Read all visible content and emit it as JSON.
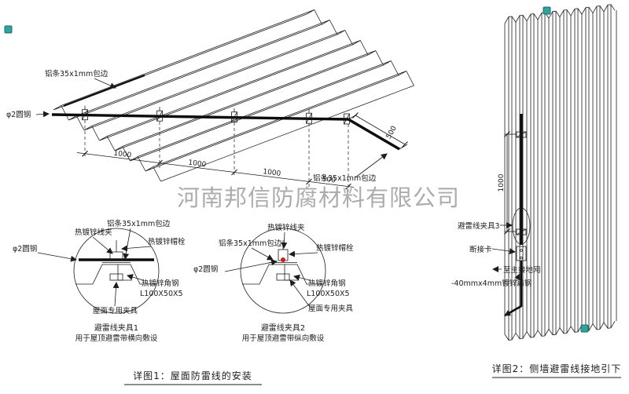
{
  "watermark": "河南邦信防腐材料有限公司",
  "detail1": {
    "caption": "详图1：屋面防雷线的安装",
    "roof": {
      "label_edge_top": "铝条35x1mm包边",
      "label_edge_bottom": "铝条35x1mm包边",
      "label_wire": "φ2圆钢",
      "dim1": "1000",
      "dim2": "1000",
      "dim3": "1000",
      "dim4": "500",
      "dim_slope": "500"
    },
    "clamp1": {
      "title": "避雷线夹具1",
      "subtitle": "用于屋顶避雷带横向敷设",
      "label_wire_clip": "热镀锌线夹",
      "label_edge_strip": "铝条35x1mm包边",
      "label_cap_bolt": "热镀锌帽栓",
      "label_round_steel": "φ2圆钢",
      "label_angle_steel": "热镀锌角钢",
      "label_angle_spec": "L100X50X5",
      "label_roof_clamp": "屋面专用夹具"
    },
    "clamp2": {
      "title": "避雷线夹具2",
      "subtitle": "用于屋顶避雷带纵向敷设",
      "label_wire_clip": "热镀锌线夹",
      "label_edge_strip": "铝条35x1mm包边",
      "label_cap_bolt": "热镀锌帽栓",
      "label_round_steel": "φ2圆钢",
      "label_angle_steel": "热镀锌角钢",
      "label_angle_spec": "L100X50X5",
      "label_roof_clamp": "屋面专用夹具"
    }
  },
  "detail2": {
    "caption": "详图2：侧墙避雷线接地引下",
    "label_clamp3": "避雷线夹具3",
    "label_disconnect": "断接卡",
    "label_to_ground": "至主接地网",
    "label_flat_steel": "-40mmx4mm镀锌扁钢",
    "dim_vertical": "1000"
  },
  "colors": {
    "line": "#1c1c1c",
    "accent_red": "#cc2020",
    "watermark_gray": "#9a9a9a",
    "mark_teal": "#2fa39e"
  }
}
